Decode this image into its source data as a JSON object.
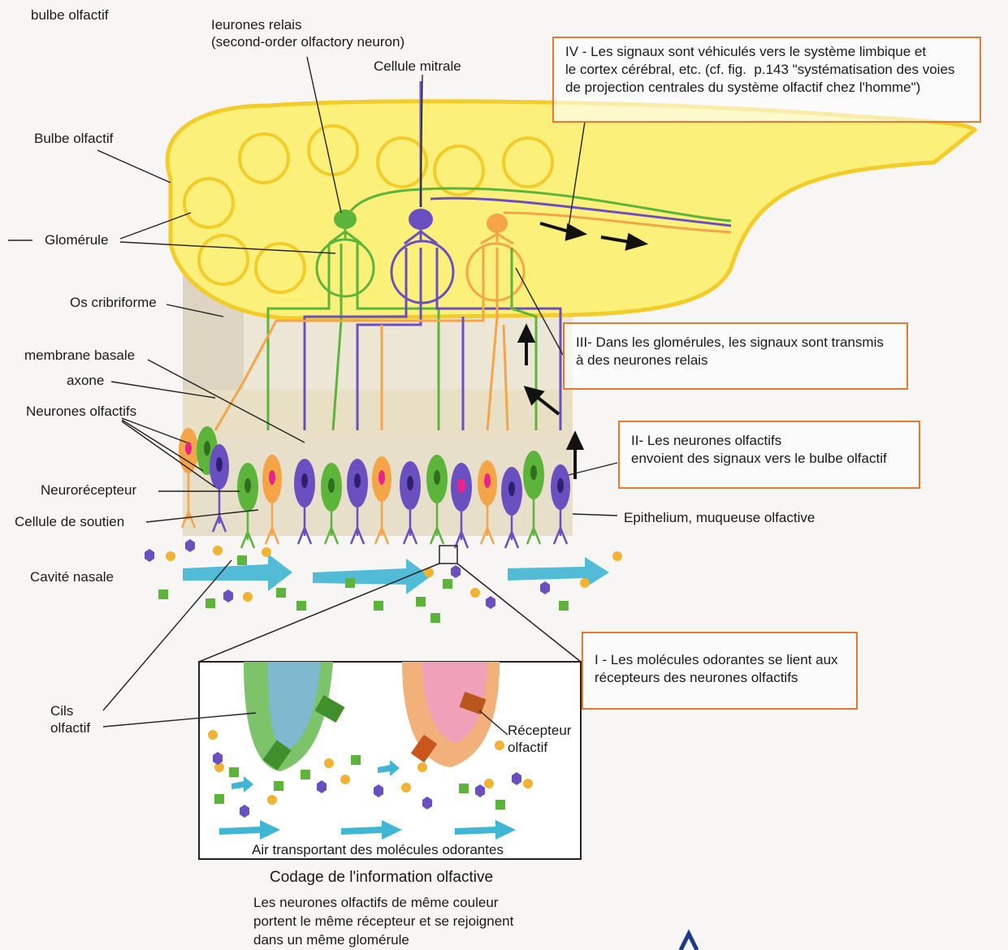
{
  "labels": {
    "top_left_header": "bulbe olfactif",
    "neurones_relais": "Ieurones relais\n(second-order olfactory neuron)",
    "cellule_mitrale": "Cellule mitrale",
    "bulbe_olfactif": "Bulbe olfactif",
    "glomerule": "Glomérule",
    "os_cribriforme": "Os cribriforme",
    "membrane_basale": "membrane basale",
    "axone": "axone",
    "neurones_olfactifs": "Neurones olfactifs",
    "neurorecepteur": "Neurorécepteur",
    "cellule_de_soutien": "Cellule de soutien",
    "cavite_nasale": "Cavité nasale",
    "cils_olfactif": "Cils\nolfactif",
    "epithelium": "Epithelium, muqueuse olfactive",
    "recepteur_olfactif": "Récepteur\nolfactif",
    "air_transport": "Air transportant des molécules odorantes"
  },
  "steps": {
    "step4": "IV - Les signaux sont véhiculés vers le système limbique et\nle cortex cérébral, etc. (cf. fig.  p.143 \"systématisation des voies\nde projection centrales du système olfactif chez l'homme\")",
    "step3": "III- Dans les glomérules, les signaux sont transmis\nà des neurones relais",
    "step2": "II- Les neurones olfactifs\nenvoient des signaux vers le bulbe olfactif",
    "step1": "I - Les molécules odorantes se lient aux\nrécepteurs des neurones olfactifs"
  },
  "caption": {
    "title": "Codage de l'information olfactive",
    "note": "Les neurones olfactifs de même couleur\nportent le même récepteur et se rejoignent\ndans un même glomérule"
  },
  "colors": {
    "bulb_fill": "#fbf07a",
    "bulb_stroke": "#f3cc2a",
    "neuron_green": "#5cb53a",
    "neuron_purple": "#6a4fc0",
    "neuron_orange": "#f4a548",
    "nucleus_pink": "#e8238a",
    "arrow_cyan": "#3fb6d4",
    "callout_border": "#e8782a"
  }
}
